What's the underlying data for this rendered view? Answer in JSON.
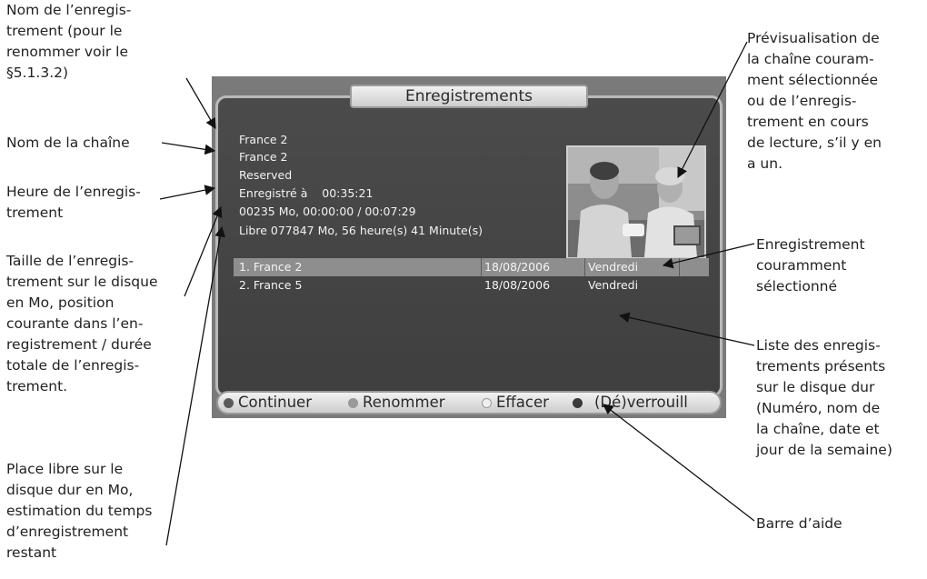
{
  "annotations": {
    "nom_enregistrement": "Nom de l’enregis-\ntrement (pour le\nrenommer voir le\n§5.1.3.2)",
    "nom_chaine": "Nom de la chaîne",
    "heure": "Heure de l’enregis-\ntrement",
    "taille": "Taille de l’enregis-\ntrement sur le disque\nen Mo, position\ncourante dans l’en-\nregistrement / durée\ntotale de l’enregis-\ntrement.",
    "place_libre": "Place libre sur le\ndisque dur en Mo,\nestimation du temps\nd’enregistrement\nrestant",
    "previsualisation": "Prévisualisation de\nla chaîne couram-\nment sélectionnée\nou de l’enregis-\ntrement en cours\nde lecture, s’il y en\na un.",
    "enregistrement_selectionne": "Enregistrement\ncouramment\nsélectionné",
    "liste": "Liste des enregis-\ntrements présents\nsur le disque dur\n(Numéro, nom de\nla chaîne, date et\njour de la semaine)",
    "barre_aide": "Barre d’aide"
  },
  "screen": {
    "title": "Enregistrements",
    "info": {
      "recording_name": "France 2",
      "channel_name": "France 2",
      "status": "Reserved",
      "recorded_at": "Enregistré à    00:35:21",
      "size_position": "00235 Mo, 00:00:00 / 00:07:29",
      "free_space": "Libre 077847 Mo, 56 heure(s) 41 Minute(s)"
    },
    "recordings": [
      {
        "label": "1. France 2",
        "date": "18/08/2006",
        "day": "Vendredi",
        "selected": true
      },
      {
        "label": "2. France 5",
        "date": "18/08/2006",
        "day": "Vendredi",
        "selected": false
      }
    ],
    "helpbar": {
      "continuer": "Continuer",
      "renommer": "Renommer",
      "effacer": "Effacer",
      "verrouiller": "(Dé)verrouill"
    },
    "colors": {
      "red": "#5a5a5a",
      "green": "#9a9a9a",
      "yellow": "#e6e6e6",
      "blue": "#3a3a3a"
    }
  }
}
